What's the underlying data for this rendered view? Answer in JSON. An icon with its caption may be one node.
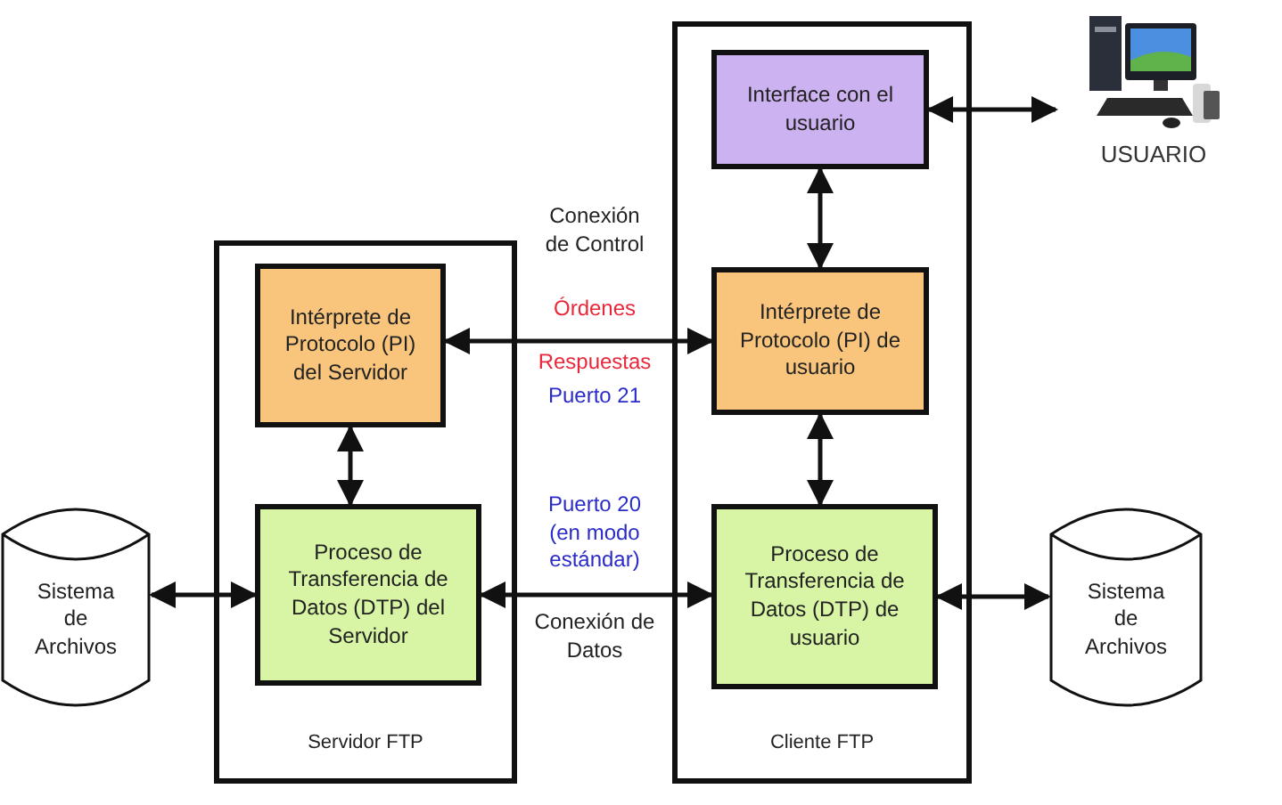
{
  "diagram": {
    "nodes": [
      {
        "text": [
          "Servidor FTP"
        ]
      },
      {
        "text": [
          "Intérprete de Protocolo (PI) del Servidor"
        ],
        "in": 0
      },
      {
        "text": [
          "Proceso de Transferencia de Datos (DTP) del Servidor"
        ],
        "in": 0
      },
      {
        "text": [
          "Cliente FTP"
        ]
      },
      {
        "text": [
          "Interface con el usuario"
        ],
        "in": 3
      },
      {
        "text": [
          "Intérprete de Protocolo (PI) de usuario"
        ],
        "in": 3
      },
      {
        "text": [
          "Proceso de Transferencia de Datos (DTP) de usuario"
        ],
        "in": 3
      },
      {
        "text": [
          "Sistema de Archivos"
        ]
      },
      {
        "text": [
          "Sistema de Archivos"
        ]
      },
      {
        "text": [
          "USUARIO"
        ]
      }
    ],
    "edges": [
      {
        "from": 4,
        "to": 9,
        "arrow": "both"
      },
      {
        "from": 4,
        "to": 5,
        "arrow": "both"
      },
      {
        "from": 1,
        "to": 5,
        "arrow": "both"
      },
      {
        "from": 1,
        "to": 2,
        "arrow": "both"
      },
      {
        "from": 5,
        "to": 6,
        "arrow": "both"
      },
      {
        "from": 2,
        "to": 6,
        "arrow": "both"
      },
      {
        "from": 7,
        "to": 2,
        "arrow": "both"
      },
      {
        "from": 6,
        "to": 8,
        "arrow": "both"
      }
    ],
    "labels": [
      "Conexión de Control",
      "Órdenes",
      "Respuestas",
      "Puerto 21",
      "Puerto 20 (en modo estándar)",
      "Conexión de Datos"
    ]
  }
}
